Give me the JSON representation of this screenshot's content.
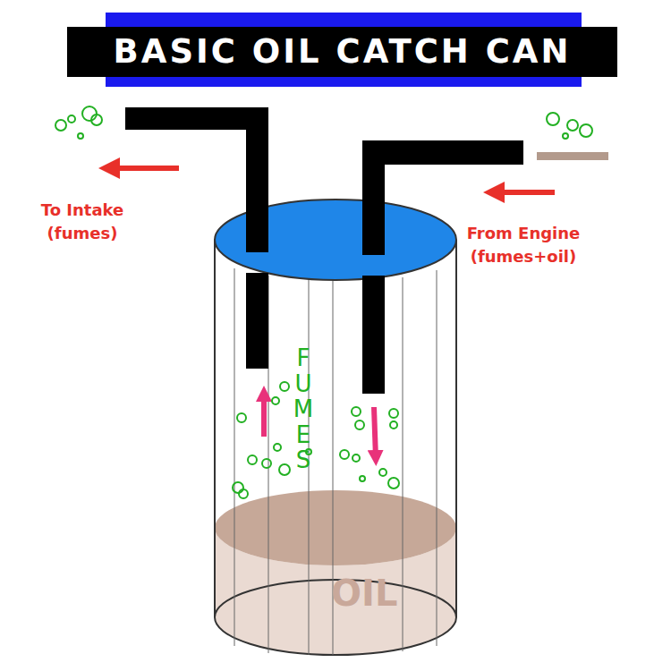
{
  "diagram": {
    "title": "BASIC OIL CATCH CAN",
    "labels": [
      "To Intake (fumes)",
      "From Engine (fumes+oil)",
      "FUMES",
      "OIL"
    ]
  }
}
